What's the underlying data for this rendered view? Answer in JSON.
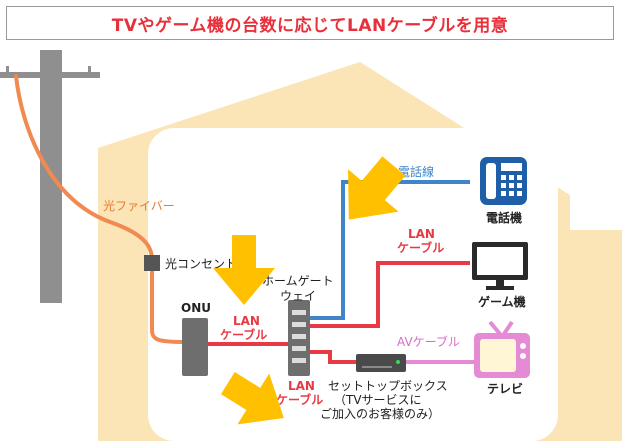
{
  "title": "TVやゲーム機の台数に応じてLANケーブルを用意",
  "labels": {
    "fiber": "光ファイバー",
    "outlet": "光コンセント",
    "onu": "ONU",
    "gateway_line1": "ホームゲート",
    "gateway_line2": "ウェイ",
    "lan1_line1": "LAN",
    "lan1_line2": "ケーブル",
    "lan2_line1": "LAN",
    "lan2_line2": "ケーブル",
    "lan3_line1": "LAN",
    "lan3_line2": "ケーブル",
    "phone_line": "電話線",
    "phone": "電話機",
    "game": "ゲーム機",
    "av_cable": "AVケーブル",
    "settop_line1": "セットトップボックス",
    "settop_line2": "（TVサービスに",
    "settop_line3": "ご加入のお客様のみ）",
    "tv": "テレビ"
  },
  "colors": {
    "title": "#e8303a",
    "house": "#fbe4b6",
    "fiber": "#f08a50",
    "lan": "#e83a44",
    "phone_line": "#3f85c8",
    "av": "#e58ad4",
    "arrow": "#ffc000",
    "device_blue": "#1f5fa8",
    "pole": "#8f8f8f"
  }
}
